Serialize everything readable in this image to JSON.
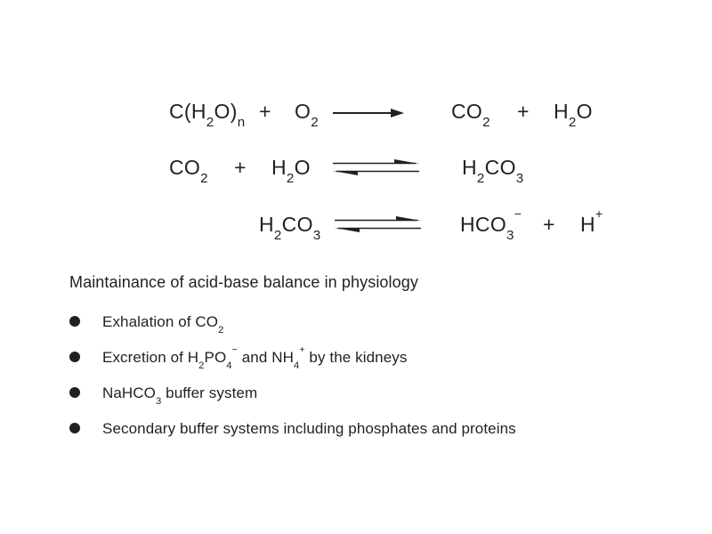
{
  "page": {
    "background_color": "#ffffff",
    "text_color": "#231f20"
  },
  "equations": {
    "eq1": {
      "name": "carbohydrate-oxidation",
      "reactant1": [
        [
          "C(H"
        ],
        [
          "2",
          "sub"
        ],
        [
          "O)"
        ],
        [
          "n",
          "sub"
        ]
      ],
      "plus1": "+",
      "reactant2": [
        [
          "O"
        ],
        [
          "2",
          "sub"
        ]
      ],
      "arrow": "right-arrow",
      "product1": [
        [
          "CO"
        ],
        [
          "2",
          "sub"
        ]
      ],
      "plus2": "+",
      "product2": [
        [
          "H"
        ],
        [
          "2",
          "sub"
        ],
        [
          "O"
        ]
      ]
    },
    "eq2": {
      "name": "carbonic-acid-formation",
      "reactant1": [
        [
          "CO"
        ],
        [
          "2",
          "sub"
        ]
      ],
      "plus1": "+",
      "reactant2": [
        [
          "H"
        ],
        [
          "2",
          "sub"
        ],
        [
          "O"
        ]
      ],
      "arrow": "equilibrium-arrow",
      "product1": [
        [
          "H"
        ],
        [
          "2",
          "sub"
        ],
        [
          "CO"
        ],
        [
          "3",
          "sub"
        ]
      ]
    },
    "eq3": {
      "name": "carbonic-acid-dissociation",
      "reactant1": [
        [
          "H"
        ],
        [
          "2",
          "sub"
        ],
        [
          "CO"
        ],
        [
          "3",
          "sub"
        ]
      ],
      "arrow": "equilibrium-arrow",
      "product1": [
        [
          "HCO"
        ],
        [
          "3",
          "sub"
        ],
        [
          "−",
          "sup"
        ]
      ],
      "plus1": "+",
      "product2": [
        [
          "H"
        ],
        [
          "+",
          "sup"
        ]
      ]
    }
  },
  "heading": {
    "text": "Maintainance of acid-base balance in physiology"
  },
  "list": {
    "bullet_glyph": "●",
    "items": [
      {
        "text": [
          [
            "Exhalation of CO"
          ],
          [
            "2",
            "sub"
          ]
        ]
      },
      {
        "text": [
          [
            "Excretion of H"
          ],
          [
            "2",
            "sub"
          ],
          [
            "PO"
          ],
          [
            "4",
            "sub"
          ],
          [
            "−",
            "sup"
          ],
          [
            " and NH"
          ],
          [
            "4",
            "sub"
          ],
          [
            "+",
            "sup"
          ],
          [
            " by the kidneys"
          ]
        ]
      },
      {
        "text": [
          [
            "NaHCO"
          ],
          [
            "3",
            "sub"
          ],
          [
            " buffer system"
          ]
        ]
      },
      {
        "text": [
          [
            "Secondary buffer systems including phosphates and proteins"
          ]
        ]
      }
    ]
  }
}
